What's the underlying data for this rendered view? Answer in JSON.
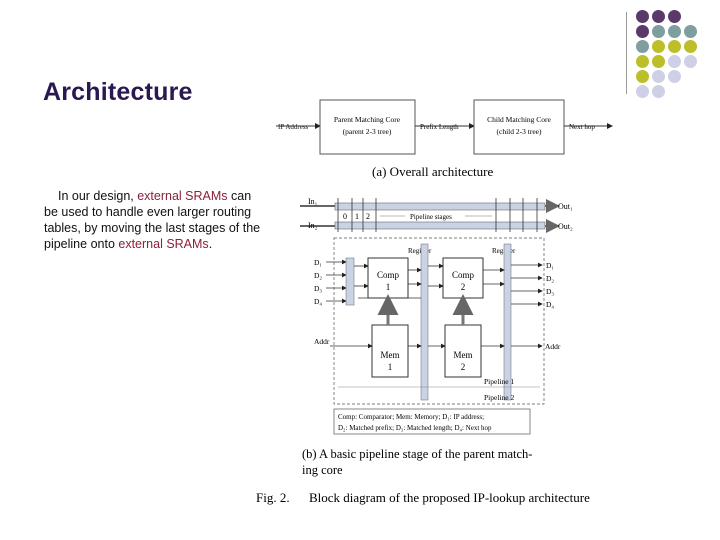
{
  "slide": {
    "title": "Architecture",
    "body": {
      "part1": "In our design, ",
      "hl1": "external SRAMs",
      "part2": " can be used to handle even larger routing tables, by moving the last stages of the pipeline onto ",
      "hl2": "external SRAMs",
      "part3": "."
    }
  },
  "decor": {
    "dot_colors": {
      "purple": "#5b3a6b",
      "teal": "#7f9ea0",
      "olive": "#bcbf2a",
      "lavender": "#cfd0e6"
    },
    "dot_rows": [
      [
        "purple",
        "purple",
        "purple",
        ""
      ],
      [
        "purple",
        "teal",
        "teal",
        "teal"
      ],
      [
        "teal",
        "olive",
        "olive",
        "olive"
      ],
      [
        "olive",
        "olive",
        "lavender",
        "lavender"
      ],
      [
        "olive",
        "lavender",
        "lavender",
        ""
      ],
      [
        "lavender",
        "lavender",
        "",
        ""
      ]
    ]
  },
  "figure": {
    "overall": {
      "ip_address": "IP Address",
      "parent_core_line1": "Parent Matching Core",
      "parent_core_line2": "(parent 2-3 tree)",
      "prefix_length": "Prefix Length",
      "child_core_line1": "Child Matching Core",
      "child_core_line2": "(child 2-3 tree)",
      "next_hop": "Next hop",
      "caption": "(a) Overall architecture"
    },
    "stage": {
      "in1": "In₁",
      "in2": "In₂",
      "out1": "Out₁",
      "out2": "Out₂",
      "idx0": "0",
      "idx1": "1",
      "idx2": "2",
      "pipeline_stages": "Pipeline stages",
      "register_left": "Register",
      "register_right": "Register",
      "d_in": [
        "D₁",
        "D₂",
        "D₃",
        "D₄"
      ],
      "d_out": [
        "D₁",
        "D₂",
        "D₃",
        "D₄"
      ],
      "comp1": "Comp",
      "comp1_num": "1",
      "comp2": "Comp",
      "comp2_num": "2",
      "mem1": "Mem",
      "mem1_num": "1",
      "mem2": "Mem",
      "mem2_num": "2",
      "addr_in": "Addr",
      "addr_out": "Addr",
      "pipeline1": "Pipeline 1",
      "pipeline2": "Pipeline 2",
      "legend_line1": "Comp: Comparator; Mem: Memory; D₁: IP address;",
      "legend_line2": "D₂: Matched prefix; D₃: Matched length; D₄: Next hop",
      "caption_line1": "(b) A basic pipeline stage of the parent match-",
      "caption_line2": "ing core"
    },
    "fig_caption_label": "Fig. 2.",
    "fig_caption_text": "Block diagram of the proposed IP-lookup architecture"
  }
}
